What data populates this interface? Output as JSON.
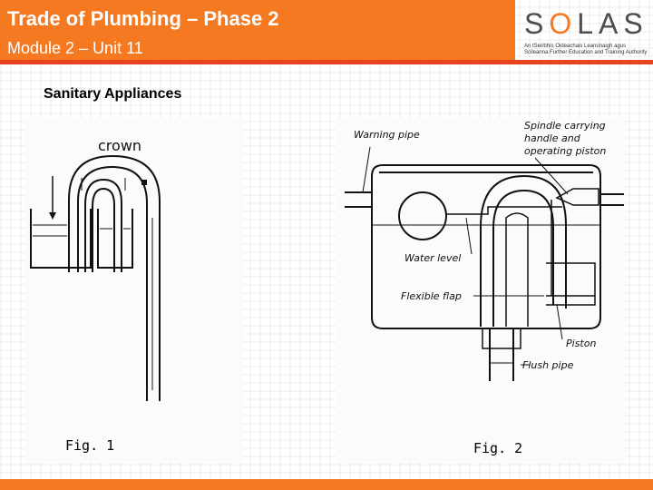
{
  "header": {
    "title": "Trade of Plumbing – Phase 2",
    "subtitle": "Module 2 – Unit 11"
  },
  "logo": {
    "word_prefix": "S",
    "word_o": "O",
    "word_suffix": "LAS",
    "tagline": "An tSeirbhís Oideachais Leanúnaigh agus Scileanna Further Education and Training Authority"
  },
  "section_title": "Sanitary Appliances",
  "fig1": {
    "label_crown": "crown",
    "caption": "Fig. 1"
  },
  "fig2": {
    "label_warning_pipe": "Warning pipe",
    "label_spindle_1": "Spindle carrying",
    "label_spindle_2": "handle and",
    "label_spindle_3": "operating piston",
    "label_water_level": "Water level",
    "label_flexible_flap": "Flexible flap",
    "label_piston": "Piston",
    "label_flush_pipe": "Flush pipe",
    "caption": "Fig. 2"
  },
  "colors": {
    "brand_orange": "#f47920",
    "brand_red": "#e8451e",
    "logo_grey": "#4d4d4d"
  }
}
